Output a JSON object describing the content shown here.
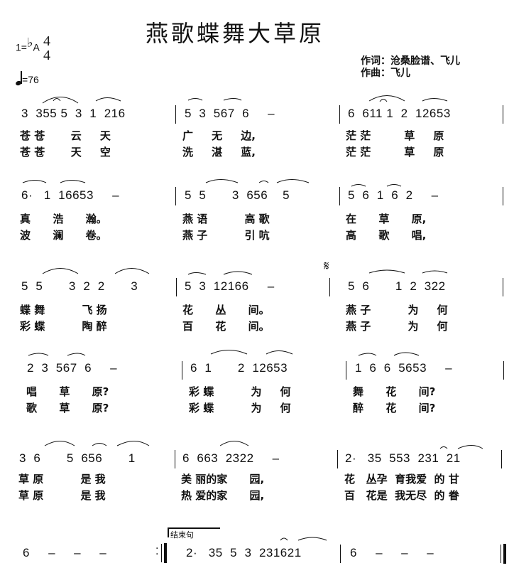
{
  "score": {
    "title": "燕歌蝶舞大草原",
    "key": {
      "prefix": "1=",
      "flat": "♭",
      "note": "A",
      "time_top": "4",
      "time_bottom": "4"
    },
    "tempo": {
      "equals": "=",
      "bpm": "76"
    },
    "credits": {
      "lyrics": "作词：沧桑脸谱、飞儿",
      "music": "作曲：飞儿"
    },
    "segno": "𝄋",
    "ending_label": "结束句",
    "rows": [
      {
        "measures": [
          {
            "notes": "3  355 5  3  1  216",
            "lyrics1": "苍 苍       云     天",
            "lyrics2": "苍 苍       天     空"
          },
          {
            "notes": "5  3  567  6     –",
            "lyrics1": "广     无     边,",
            "lyrics2": "洗     湛     蓝,"
          },
          {
            "notes": "6  611 1  2  12653",
            "lyrics1": "茫 茫         草     原",
            "lyrics2": "茫 茫         草     原"
          }
        ]
      },
      {
        "measures": [
          {
            "notes": "6·   1  16653     –",
            "lyrics1": "真      浩      瀚。",
            "lyrics2": "波      澜      卷。"
          },
          {
            "notes": "5  5       3  656    5",
            "lyrics1": "燕 语          高 歌",
            "lyrics2": "燕 子          引 吭"
          },
          {
            "notes": "5  6  1  6  2     –",
            "lyrics1": "在      草      原,",
            "lyrics2": "高      歌      唱,"
          }
        ]
      },
      {
        "measures": [
          {
            "notes": "5  5       3  2  2       3",
            "lyrics1": "蝶 舞          飞 扬",
            "lyrics2": "彩 蝶          陶 醉"
          },
          {
            "notes": "5  3  12166     –",
            "lyrics1": "花      丛      间。",
            "lyrics2": "百      花      间。"
          },
          {
            "notes": "5  6       1  2  322",
            "lyrics1": "燕 子          为     何",
            "lyrics2": "燕 子          为     何"
          }
        ]
      },
      {
        "measures": [
          {
            "notes": "2  3  567  6     –",
            "lyrics1": "唱      草      原?",
            "lyrics2": "歌      草      原?"
          },
          {
            "notes": "6  1       2  12653",
            "lyrics1": "彩 蝶          为     何",
            "lyrics2": "彩 蝶          为     何"
          },
          {
            "notes": "1  6  6  5653     –",
            "lyrics1": "舞      花      间?",
            "lyrics2": "醉      花      间?"
          }
        ]
      },
      {
        "measures": [
          {
            "notes": "3  6       5  656       1",
            "lyrics1": "草 原          是 我",
            "lyrics2": "草 原          是 我"
          },
          {
            "notes": "6  663  2322     –",
            "lyrics1": "美 丽的家      园,",
            "lyrics2": "热 爱的家      园,"
          },
          {
            "notes": "2·   35  553  231  21",
            "lyrics1": "花   丛孕  育我爱  的 甘",
            "lyrics2": "百   花是  我无尽  的 眷"
          }
        ]
      },
      {
        "measures": [
          {
            "notes": "6     –     –     –",
            "lyrics1": "",
            "lyrics2": ""
          },
          {
            "notes": "2·   35  5  3  231621",
            "lyrics1": "",
            "lyrics2": ""
          },
          {
            "notes": "6     –     –     –",
            "lyrics1": "",
            "lyrics2": ""
          }
        ]
      }
    ]
  }
}
